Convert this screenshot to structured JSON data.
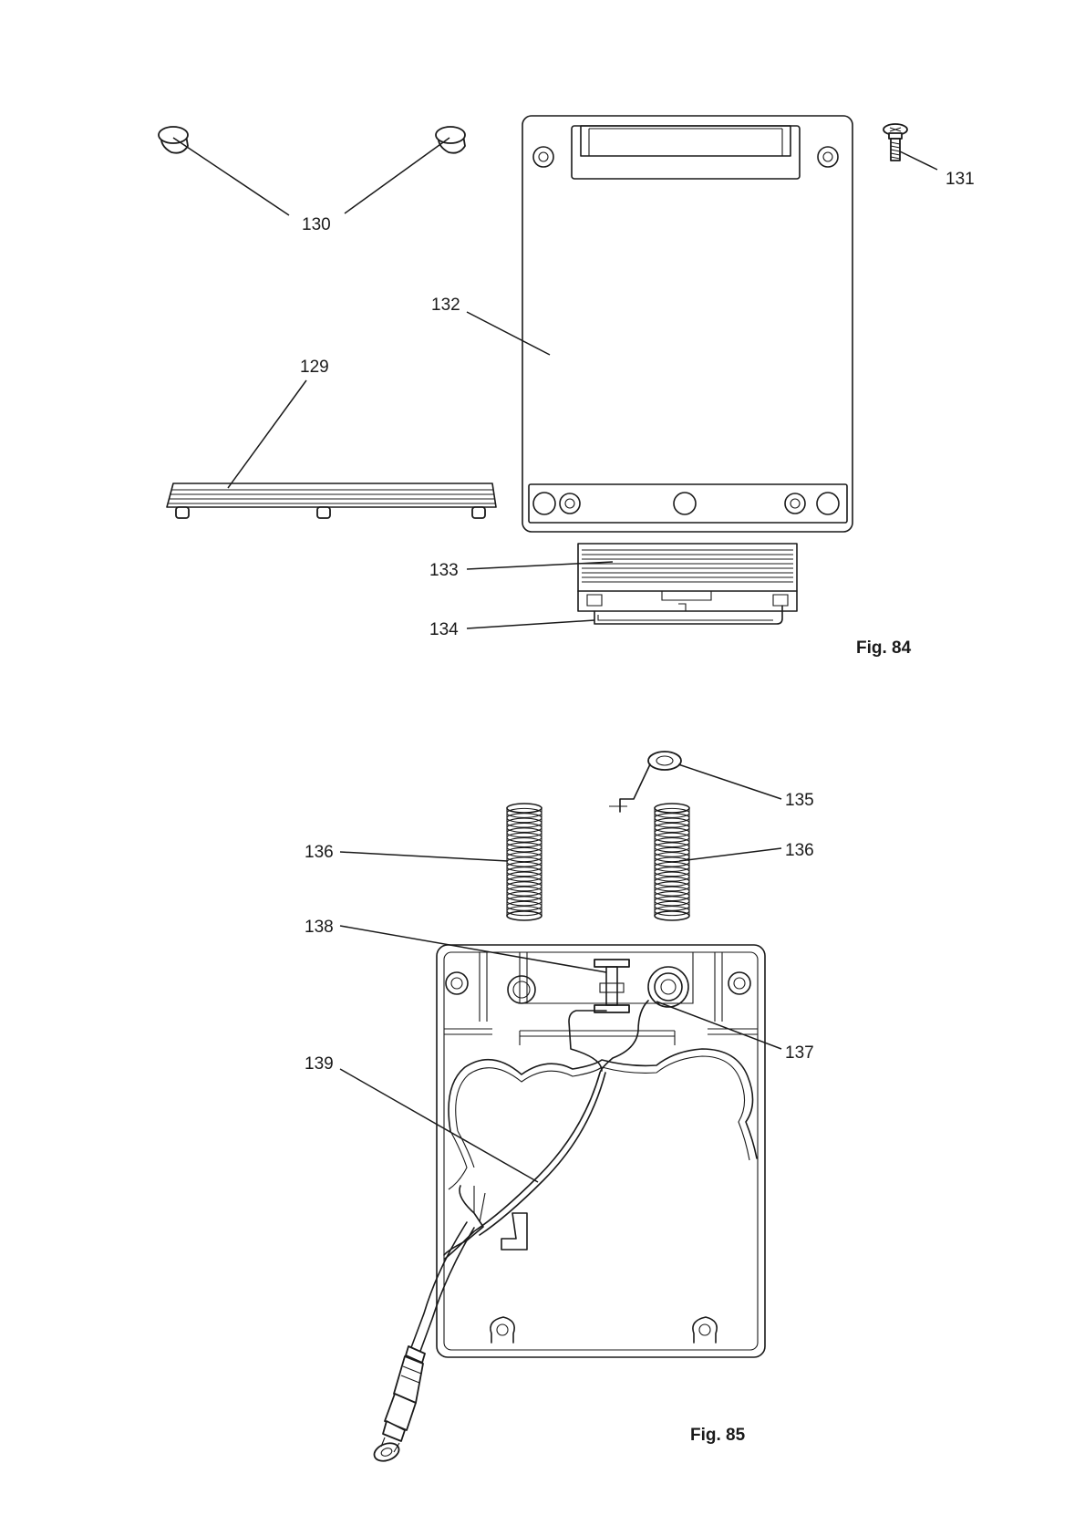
{
  "figures": [
    {
      "id": "fig84",
      "label": "Fig. 84"
    },
    {
      "id": "fig85",
      "label": "Fig. 85"
    }
  ],
  "callouts": {
    "c129": "129",
    "c130": "130",
    "c131": "131",
    "c132": "132",
    "c133": "133",
    "c134": "134",
    "c135": "135",
    "c136a": "136",
    "c136b": "136",
    "c137": "137",
    "c138": "138",
    "c139": "139"
  }
}
